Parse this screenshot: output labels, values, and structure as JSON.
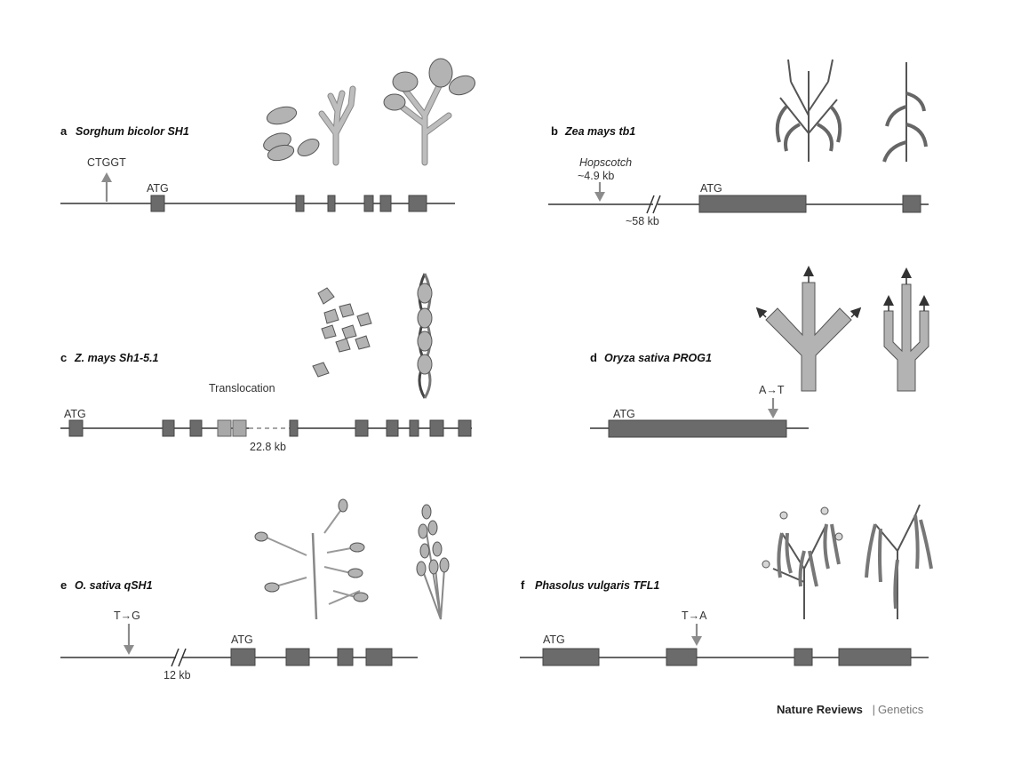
{
  "panels": {
    "a": {
      "letter": "a",
      "title": "Sorghum bicolor SH1",
      "mutation": "CTGGT",
      "atg": "ATG"
    },
    "b": {
      "letter": "b",
      "title": "Zea mays tb1",
      "insert": "Hopscotch",
      "insert_size": "~4.9 kb",
      "distance": "~58 kb",
      "atg": "ATG"
    },
    "c": {
      "letter": "c",
      "title": "Z. mays Sh1-5.1",
      "event": "Translocation",
      "atg": "ATG",
      "size": "22.8 kb"
    },
    "d": {
      "letter": "d",
      "title": "Oryza sativa PROG1",
      "mutation": "A→T",
      "atg": "ATG"
    },
    "e": {
      "letter": "e",
      "title": "O. sativa qSH1",
      "mutation": "T→G",
      "distance": "12 kb",
      "atg": "ATG"
    },
    "f": {
      "letter": "f",
      "title": "Phasolus vulgaris TFL1",
      "mutation": "T→A",
      "atg": "ATG"
    }
  },
  "footer": {
    "journal": "Nature Reviews",
    "separator": " | ",
    "section": "Genetics"
  }
}
